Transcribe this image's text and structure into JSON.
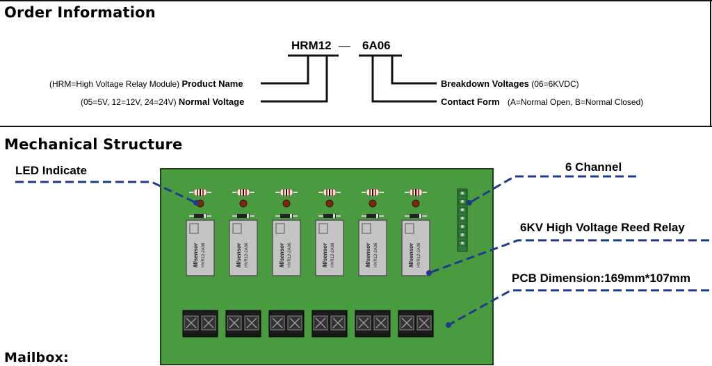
{
  "order_info": {
    "title": "Order Information",
    "code_part1": "HRM12",
    "code_dash": "—",
    "code_part2": "6A06",
    "product_name": {
      "note": "(HRM=High Voltage Relay Module)",
      "label": "Product Name"
    },
    "normal_voltage": {
      "note": "(05=5V, 12=12V, 24=24V)",
      "label": "Normal Voltage"
    },
    "breakdown_voltages": {
      "label": "Breakdown Voltages",
      "note": "(06=6KVDC)"
    },
    "contact_form": {
      "label": "Contact Form",
      "note": "(A=Normal Open, B=Normal Closed)"
    }
  },
  "mechanical": {
    "title": "Mechanical Structure",
    "led_indicate": "LED Indicate",
    "channel": "6 Channel",
    "reed_relay": "6KV High Voltage Reed Relay",
    "pcb_dimension": "PCB Dimension:169mm*107mm",
    "relay_brand": "Misensor",
    "relay_model": "HVR12-2A06"
  },
  "mailbox": {
    "title": "Mailbox:"
  },
  "colors": {
    "pcb": "#4a9a40",
    "annotation_line": "#1f3a8a",
    "relay_body": "#c4c4c4"
  }
}
